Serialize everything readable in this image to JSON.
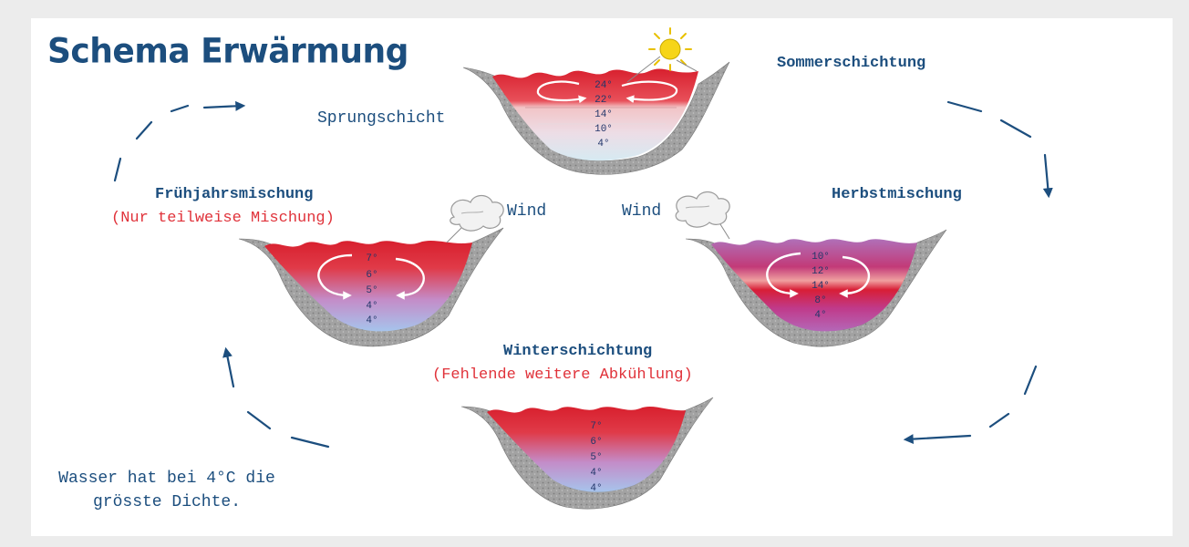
{
  "title": "Schema Erwärmung",
  "colors": {
    "title": "#1c4e7e",
    "label": "#1c4e7e",
    "highlight": "#e0323a",
    "warm_water": "#e8283a",
    "cold_water": "#b8d4ee",
    "autumn_water": "#b55fa8",
    "rock": "#9a9a9a",
    "arrow": "#1c4e7e"
  },
  "stages": {
    "summer": {
      "label": "Sommerschichtung",
      "thermocline_label": "Sprungschicht",
      "temperatures": [
        "24°",
        "22°",
        "14°",
        "10°",
        "4°"
      ],
      "icon": "sun-icon"
    },
    "autumn": {
      "label": "Herbstmischung",
      "wind_label": "Wind",
      "temperatures": [
        "10°",
        "12°",
        "14°",
        "8°",
        "4°"
      ],
      "icon": "wind-cloud-icon"
    },
    "winter": {
      "label": "Winterschichtung",
      "sublabel": "(Fehlende weitere Abkühlung)",
      "temperatures": [
        "7°",
        "6°",
        "5°",
        "4°",
        "4°"
      ]
    },
    "spring": {
      "label": "Frühjahrsmischung",
      "sublabel": "(Nur teilweise Mischung)",
      "wind_label": "Wind",
      "temperatures": [
        "7°",
        "6°",
        "5°",
        "4°",
        "4°"
      ],
      "icon": "wind-cloud-icon"
    }
  },
  "note": {
    "line1": "Wasser hat bei 4°C die",
    "line2": "grösste Dichte."
  }
}
